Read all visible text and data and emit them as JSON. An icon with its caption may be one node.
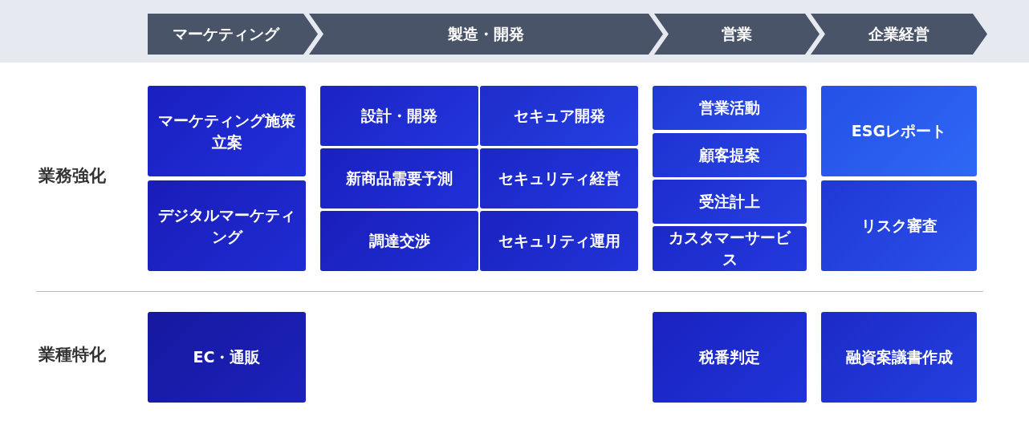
{
  "diagram": {
    "nodes": [
      {
        "text": [
          "マーケティング"
        ]
      },
      {
        "text": [
          "製造・開発"
        ]
      },
      {
        "text": [
          "営業"
        ]
      },
      {
        "text": [
          "企業経営"
        ]
      },
      {
        "text": [
          "マーケティング施策立案"
        ]
      },
      {
        "text": [
          "設計・開発"
        ]
      },
      {
        "text": [
          "セキュア開発"
        ]
      },
      {
        "text": [
          "営業活動"
        ]
      },
      {
        "text": [
          "ESGレポート"
        ]
      },
      {
        "text": [
          "新商品需要予測"
        ]
      },
      {
        "text": [
          "セキュリティ経営"
        ]
      },
      {
        "text": [
          "顧客提案"
        ]
      },
      {
        "text": [
          "デジタルマーケティング"
        ]
      },
      {
        "text": [
          "調達交渉"
        ]
      },
      {
        "text": [
          "セキュリティ運用"
        ]
      },
      {
        "text": [
          "受注計上"
        ]
      },
      {
        "text": [
          "リスク審査"
        ]
      },
      {
        "text": [
          "カスタマーサービス"
        ]
      },
      {
        "text": [
          "EC・通販"
        ]
      },
      {
        "text": [
          "税番判定"
        ]
      },
      {
        "text": [
          "融資案議書作成"
        ]
      }
    ],
    "labels": [
      "業務強化",
      "業種特化"
    ]
  }
}
